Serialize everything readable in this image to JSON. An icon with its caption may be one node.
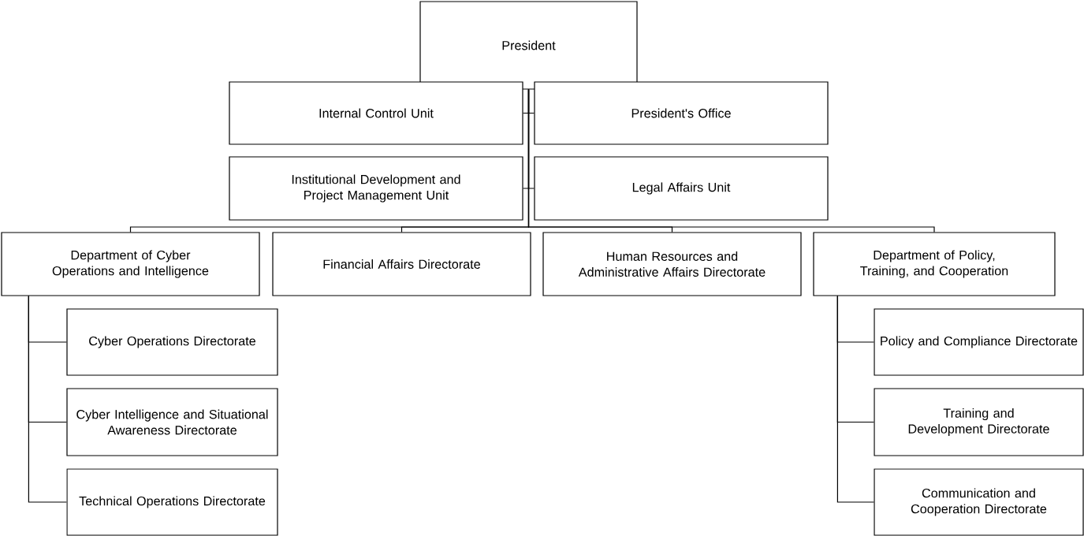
{
  "diagram": {
    "nodes": [
      {
        "text": [
          "President"
        ]
      },
      {
        "text": [
          "Internal Control Unit"
        ]
      },
      {
        "text": [
          "President's Office"
        ]
      },
      {
        "text": [
          "Institutional Development and Project Management Unit"
        ]
      },
      {
        "text": [
          "Legal Affairs Unit"
        ]
      },
      {
        "text": [
          "Department of Cyber Operations and Intelligence"
        ]
      },
      {
        "text": [
          "Financial Affairs Directorate"
        ]
      },
      {
        "text": [
          "Human Resources and Administrative Affairs Directorate"
        ]
      },
      {
        "text": [
          "Department of Policy, Training, and Cooperation"
        ]
      },
      {
        "text": [
          "Cyber Operations Directorate"
        ]
      },
      {
        "text": [
          "Cyber Intelligence and Situational Awareness Directorate"
        ]
      },
      {
        "text": [
          "Technical Operations Directorate"
        ]
      },
      {
        "text": [
          "Policy and Compliance Directorate"
        ]
      },
      {
        "text": [
          "Training and Development Directorate"
        ]
      },
      {
        "text": [
          "Communication and Cooperation Directorate"
        ]
      }
    ],
    "edges": [
      {
        "from": 0,
        "to": 1,
        "arrow": "none"
      },
      {
        "from": 0,
        "to": 2,
        "arrow": "none"
      },
      {
        "from": 0,
        "to": 3,
        "arrow": "none"
      },
      {
        "from": 0,
        "to": 4,
        "arrow": "none"
      },
      {
        "from": 0,
        "to": 5,
        "arrow": "none"
      },
      {
        "from": 0,
        "to": 6,
        "arrow": "none"
      },
      {
        "from": 0,
        "to": 7,
        "arrow": "none"
      },
      {
        "from": 0,
        "to": 8,
        "arrow": "none"
      },
      {
        "from": 5,
        "to": 9,
        "arrow": "none"
      },
      {
        "from": 5,
        "to": 10,
        "arrow": "none"
      },
      {
        "from": 5,
        "to": 11,
        "arrow": "none"
      },
      {
        "from": 8,
        "to": 12,
        "arrow": "none"
      },
      {
        "from": 8,
        "to": 13,
        "arrow": "none"
      },
      {
        "from": 8,
        "to": 14,
        "arrow": "none"
      }
    ]
  }
}
